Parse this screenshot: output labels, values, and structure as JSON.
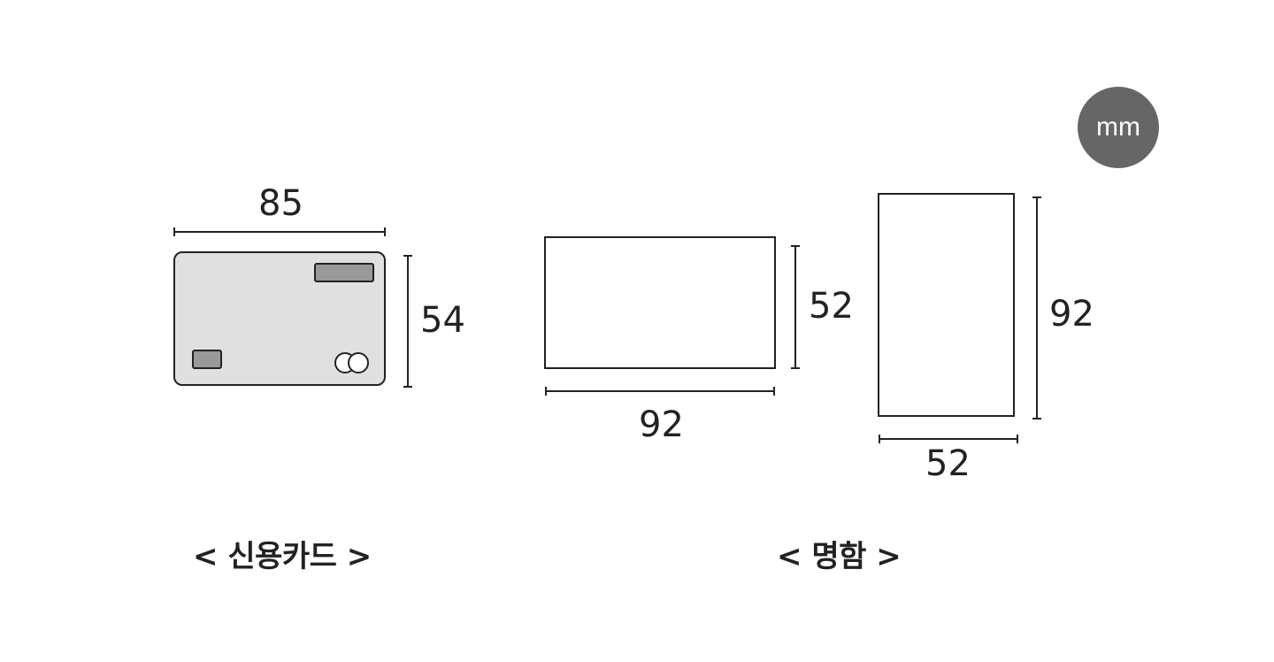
{
  "unit_badge": {
    "label": "mm",
    "color": "#666666"
  },
  "credit_card": {
    "width_label": "85",
    "height_label": "54",
    "caption": "< 신용카드 >",
    "card_fill": "#e0e0e0",
    "chip_fill": "#999999",
    "icons": [
      "card-chip-icon",
      "card-strip-icon",
      "card-brand-circles-icon"
    ]
  },
  "business_card": {
    "caption": "< 명함 >",
    "landscape": {
      "width_label": "92",
      "height_label": "52"
    },
    "portrait": {
      "width_label": "52",
      "height_label": "92"
    }
  }
}
